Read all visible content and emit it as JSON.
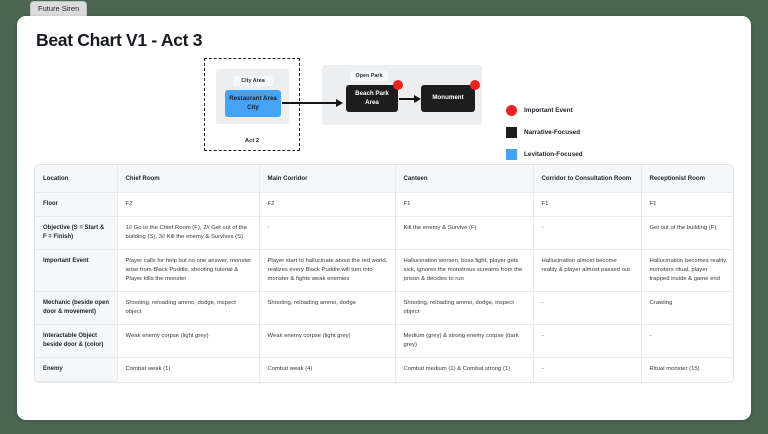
{
  "browser": {
    "tab_label": "Future Siren"
  },
  "page": {
    "title": "Beat Chart V1 - Act 3"
  },
  "diagram": {
    "act_group_label": "Act 2",
    "zones": [
      {
        "name": "city-area",
        "label": "City Area"
      },
      {
        "name": "open-park",
        "label": "Open Park"
      }
    ],
    "nodes": [
      {
        "name": "restaurant-area-city",
        "label": "Restaurant Area City",
        "type": "Levitation-Focused",
        "color": "#45a3f5",
        "important_event": false
      },
      {
        "name": "beach-park-area",
        "label": "Beach Park Area",
        "type": "Narrative-Focused",
        "color": "#1d1d1d",
        "important_event": true
      },
      {
        "name": "monument",
        "label": "Monument",
        "type": "Narrative-Focused",
        "color": "#1d1d1d",
        "important_event": true
      }
    ],
    "legend": [
      {
        "shape": "circle",
        "color": "#ee2222",
        "label": "Important Event"
      },
      {
        "shape": "square",
        "color": "#1d1d1d",
        "label": "Narrative-Focused"
      },
      {
        "shape": "square",
        "color": "#45a3f5",
        "label": "Levitation-Focused"
      }
    ]
  },
  "table": {
    "headers": [
      "Location",
      "Chief Room",
      "Main Corridor",
      "Canteen",
      "Corridor to Consultation Room",
      "Receptionist Room"
    ],
    "rows": [
      {
        "label": "Floor",
        "cells": [
          "F2",
          "F2",
          "F1",
          "F1",
          "F1"
        ]
      },
      {
        "label": "Objective (S = Start & F = Finish)",
        "cells": [
          "1// Go to the Chief Room (F), 2// Get out of the building (S), 3// Kill the enemy & Survives (S)",
          "-",
          "Kill the enemy & Survive (F)",
          "-",
          "Get out of the building (F)"
        ]
      },
      {
        "label": "Important Event",
        "cells": [
          "Player calls for help but no one answer, monster arise from Black Puddle, shooting tutorial & Player kills the monster",
          "Player start to hallucinate about the red world, realizes every Black Puddle will turn into monster & fights weak enemies",
          "Hallucination worsen, boss fight, player gets sick, ignores the monstrous screams from the prison & decides to run",
          "Hallucination almost become reality & player almost passed out",
          "Hallucination becomes reality, monsters ritual, player trapped inside & game end"
        ]
      },
      {
        "label": "Mechanic (beside open door & movement)",
        "cells": [
          "Shooting, reloading ammo, dodge, inspect object",
          "Shooting, reloading ammo, dodge",
          "Shooting, reloading ammo, dodge, inspect object",
          "-",
          "Crawling"
        ]
      },
      {
        "label": "Interactable Object beside door & (color)",
        "cells": [
          "Weak enemy corpse (light grey)",
          "Weak enemy corpse (light grey)",
          "Medium (grey) & strong enemy corpse (dark grey)",
          "-",
          "-"
        ]
      },
      {
        "label": "Enemy",
        "cells": [
          "Combat weak (1)",
          "Combat weak (4)",
          "Combat medium (1) & Combat strong (1)",
          "-",
          "Ritual monster (15)"
        ]
      }
    ]
  }
}
